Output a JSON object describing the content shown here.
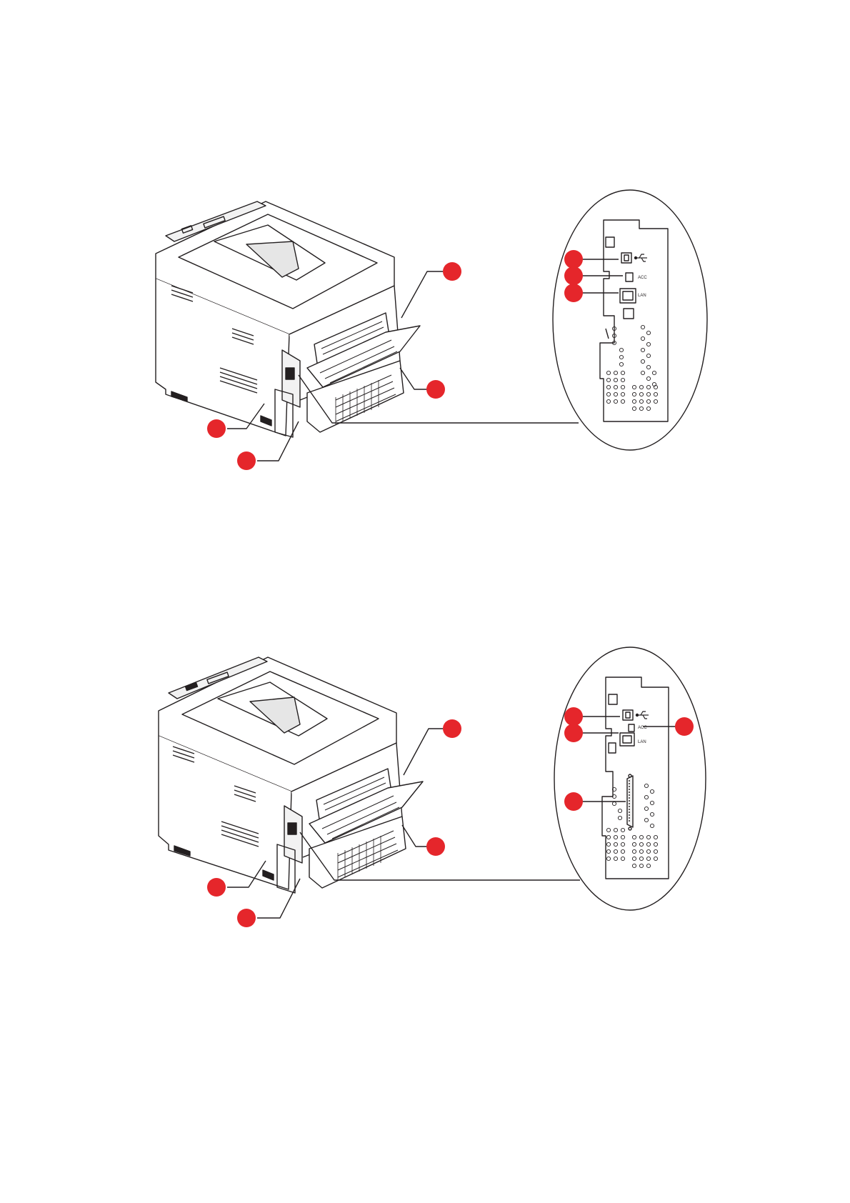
{
  "figures": [
    {
      "id": "top",
      "port_labels": {
        "acc": "ACC",
        "lan": "LAN"
      }
    },
    {
      "id": "bottom",
      "port_labels": {
        "acc": "ACC",
        "lan": "LAN"
      }
    }
  ],
  "colors": {
    "callout": "#e5262b",
    "line": "#231f20",
    "paper": "#ffffff",
    "shade": "#cfcfcf"
  },
  "icons": [
    "usb-icon",
    "lan-port-icon",
    "acc-port-icon",
    "parallel-port-icon",
    "printer-illustration"
  ]
}
